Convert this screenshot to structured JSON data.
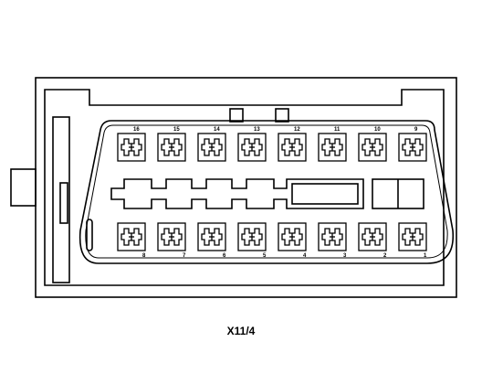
{
  "caption": "X11/4",
  "connector": {
    "top_row_labels": [
      "16",
      "15",
      "14",
      "13",
      "12",
      "11",
      "10",
      "9"
    ],
    "bottom_row_labels": [
      "8",
      "7",
      "6",
      "5",
      "4",
      "3",
      "2",
      "1"
    ]
  },
  "colors": {
    "line": "#000000",
    "background": "#ffffff"
  }
}
